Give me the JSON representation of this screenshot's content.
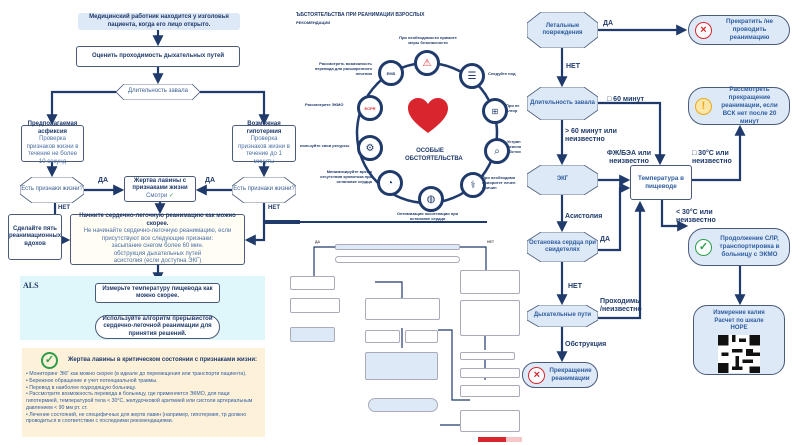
{
  "left": {
    "start": "Медицинский работник находится у изголовья пациента, когда его лицо открыто.",
    "assess": "Оценить проходимость дыхательных путей",
    "duration": "Длительность завала",
    "asphyxia_title": "Предполагаемая асфиксия",
    "asphyxia_text": "Проверка признаков жизни в течение не более 10 секунд",
    "hypothermia_title": "Возможная гипотермия",
    "hypothermia_text": "Проверка признаков жизни в течение до 1 минуты",
    "signs_left": "Есть признаки жизни?",
    "signs_right": "Есть признаки жизни?",
    "yes_left": "ДА",
    "yes_right": "ДА",
    "no_left": "НЕТ",
    "no_right": "НЕТ",
    "victim_title": "Жертва лавины с признаками жизни",
    "victim_see": "Смотри",
    "breaths": "Сделайте пять реанимационных вдохов",
    "cpr_title": "Начните сердечно-легочную реанимацию как можно скорее.",
    "cpr_text": "Не начинайте сердечно-легочную реанимацию, если присутствуют все следующие признаки:",
    "cpr_items": [
      "засыпание снегом более 60 мин.",
      "обструкция дыхательных путей",
      "асистолия (если доступна ЭКГ)"
    ],
    "als_label": "ALS",
    "als_measure": "Измерьте температуру пищевода как можно скорее.",
    "als_algorithm": "Используйте алгоритм прерывистой сердечно-легочной реанимации для принятия решений.",
    "critical_title": "Жертва лавины в критическом состоянии с признаками жизни:",
    "critical_items": [
      "• Мониторинг ЭКГ как можно скорее (в идеале до перемещения или транспорти пациента).",
      "• Бережное обращение и учет потенциальной травмы.",
      "• Перевод в наиболее подходящую больницу.",
      "• Рассмотрите возможность перевода в больницу, где применяется ЭКМО, для паци гипотермией, температурой тела < 30°C, желудочковой аритмией или систоли артериальным давлением < 90 мм рт. ст.",
      "• Лечение состояний, не специфичных для жертв лавин (например, гипотермия, тр должно проводиться в соответствии с последними рекомендациями."
    ]
  },
  "middle": {
    "title": "ЪБСТОЯТЕЛЬСТВА ПРИ РЕАНИМАЦИИ ВЗРОСЛЫХ",
    "subtitle": "РЕКОМЕНДАЦИИ",
    "center": "ОСОБЫЕ ОБСТОЯТЕЛЬСТВА",
    "ecpr": "ECPR",
    "ems": "EMS",
    "labels": {
      "safety": "При необходимости примите меры безопасности",
      "follow": "Следуйте под",
      "algo": "При не алгор",
      "eliminate": "Устран неиспо обстоя",
      "priority": "При необходимо приоритет лечен причин",
      "oxygen": "Оптимизация оксигенации при остановке сердца",
      "minimize": "Минимизируйте время отсутствия кровотока при остановке сердца",
      "resources": "пользуйте свои ресурсы",
      "ecmo": "Рассмотрите ЭКМО",
      "transfer": "Рассмотреть возможность перевода для расширенного лечения"
    },
    "flow_yes": "ДА",
    "flow_no": "НЕТ"
  },
  "right": {
    "lethal": "Летальные повреждения",
    "yes1": "ДА",
    "stop": "Прекратить /не проводить реанимацию",
    "no1": "НЕТ",
    "duration": "Длительность завала",
    "le60": "□ 60 минут",
    "consider": "Рассмотреть прекращение реанимации, если ВСК нет после 20 минут",
    "gt60": "> 60 минут или неизвестно",
    "vf": "ФЖ/БЭА или неизвестно",
    "ge30": "□ 30°C или неизвестно",
    "ecg": "ЭКГ",
    "temp": "Температура в пищеводе",
    "asystole": "Асистолия",
    "lt30": "< 30°C или неизвестно",
    "witnessed": "Остановка сердца при свидетелях",
    "yes2": "ДА",
    "continue": "Продолжение СЛР, транспортировка в больницу с ЭКМО",
    "no2": "НЕТ",
    "airway": "Дыхательные пути",
    "patent": "Проходимы /неизвестно",
    "obstruction": "Обструкция",
    "terminate": "Прекращение реанимации",
    "potassium": "Измерение калия Расчет по шкале HOPE"
  },
  "colors": {
    "navy": "#1f3a6b",
    "light_blue": "#dde9f6",
    "als_bg": "#dff6fb",
    "yellow_bg": "#fdf2d9",
    "red": "#d9262e",
    "green": "#2e9e4a",
    "amber": "#e9a91a"
  }
}
